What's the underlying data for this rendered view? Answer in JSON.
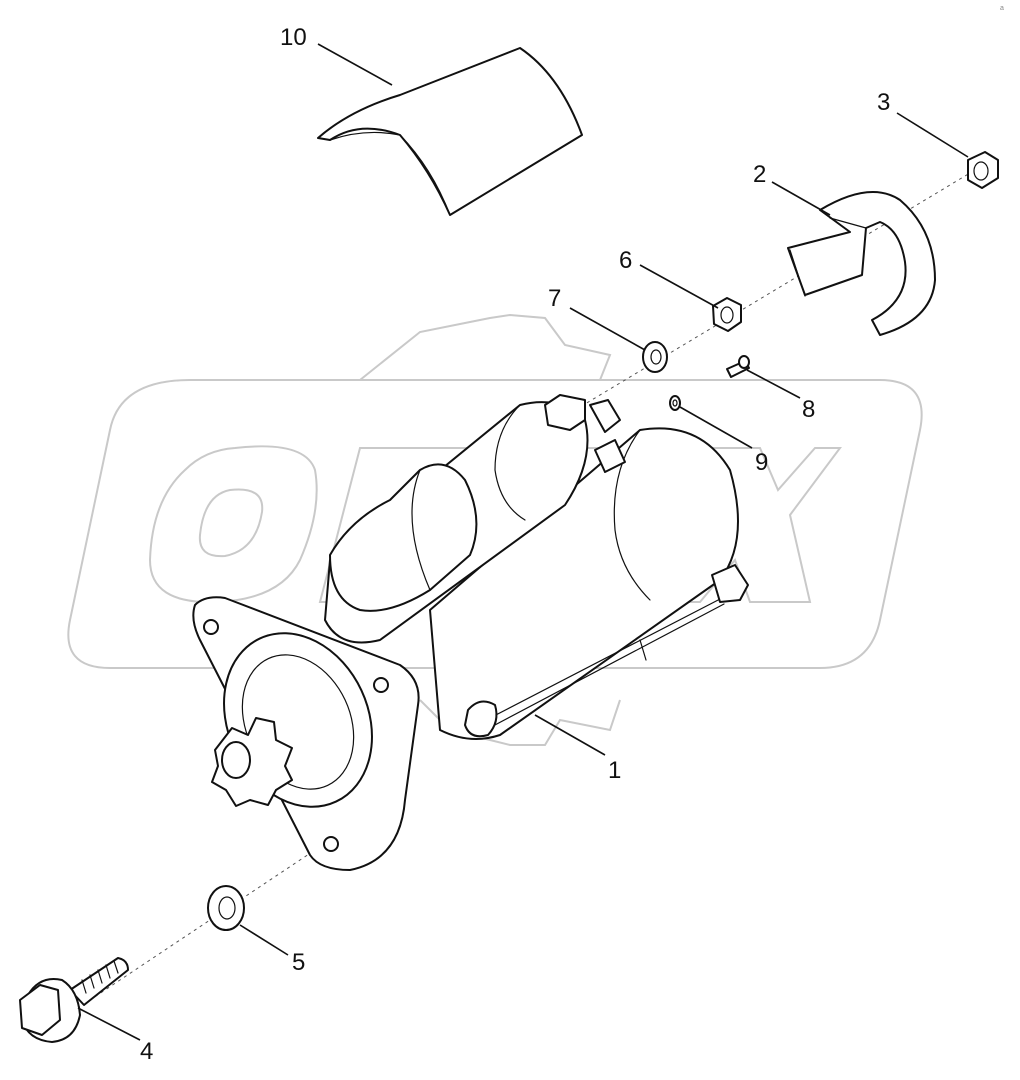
{
  "watermark": {
    "text": "OPEX"
  },
  "corner_mark": "a",
  "callouts": [
    {
      "id": "1",
      "label": "1"
    },
    {
      "id": "2",
      "label": "2"
    },
    {
      "id": "3",
      "label": "3"
    },
    {
      "id": "4",
      "label": "4"
    },
    {
      "id": "5",
      "label": "5"
    },
    {
      "id": "6",
      "label": "6"
    },
    {
      "id": "7",
      "label": "7"
    },
    {
      "id": "8",
      "label": "8"
    },
    {
      "id": "9",
      "label": "9"
    },
    {
      "id": "10",
      "label": "10"
    }
  ]
}
